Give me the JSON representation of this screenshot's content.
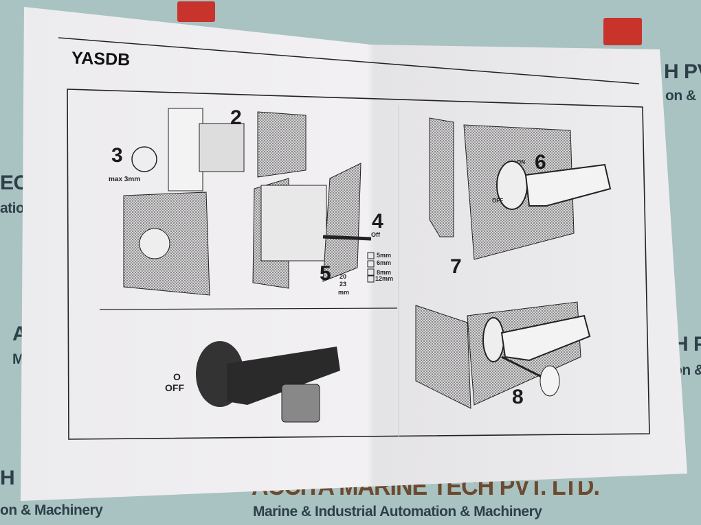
{
  "background": {
    "company_name": "ACCITA MARINE TECH PVT. LTD.",
    "tagline": "Marine & Industrial Automation & Machinery",
    "left_tagline": "on & Machinery",
    "right_fragments": [
      "H PV",
      "on &",
      "H P",
      "on &"
    ],
    "left_fragments": [
      "ECH",
      "atio",
      "A",
      "M",
      "H"
    ]
  },
  "document": {
    "title": "YASDB",
    "step_numbers": [
      "2",
      "3",
      "4",
      "5",
      "6",
      "7",
      "8"
    ],
    "step3_label": "max 3mm",
    "step4_label": "Off",
    "step5_sizes": [
      "5mm",
      "6mm",
      "8mm",
      "12mm"
    ],
    "step5_dims": [
      "20",
      "23"
    ],
    "step5_unit": "mm",
    "step6_on": "ON",
    "step6_off": "OFF",
    "lock_label_symbol": "O",
    "lock_label_text": "OFF"
  },
  "colors": {
    "paper": "#f1eff1",
    "background": "#a9c2c2",
    "tag": "#c8342c"
  }
}
